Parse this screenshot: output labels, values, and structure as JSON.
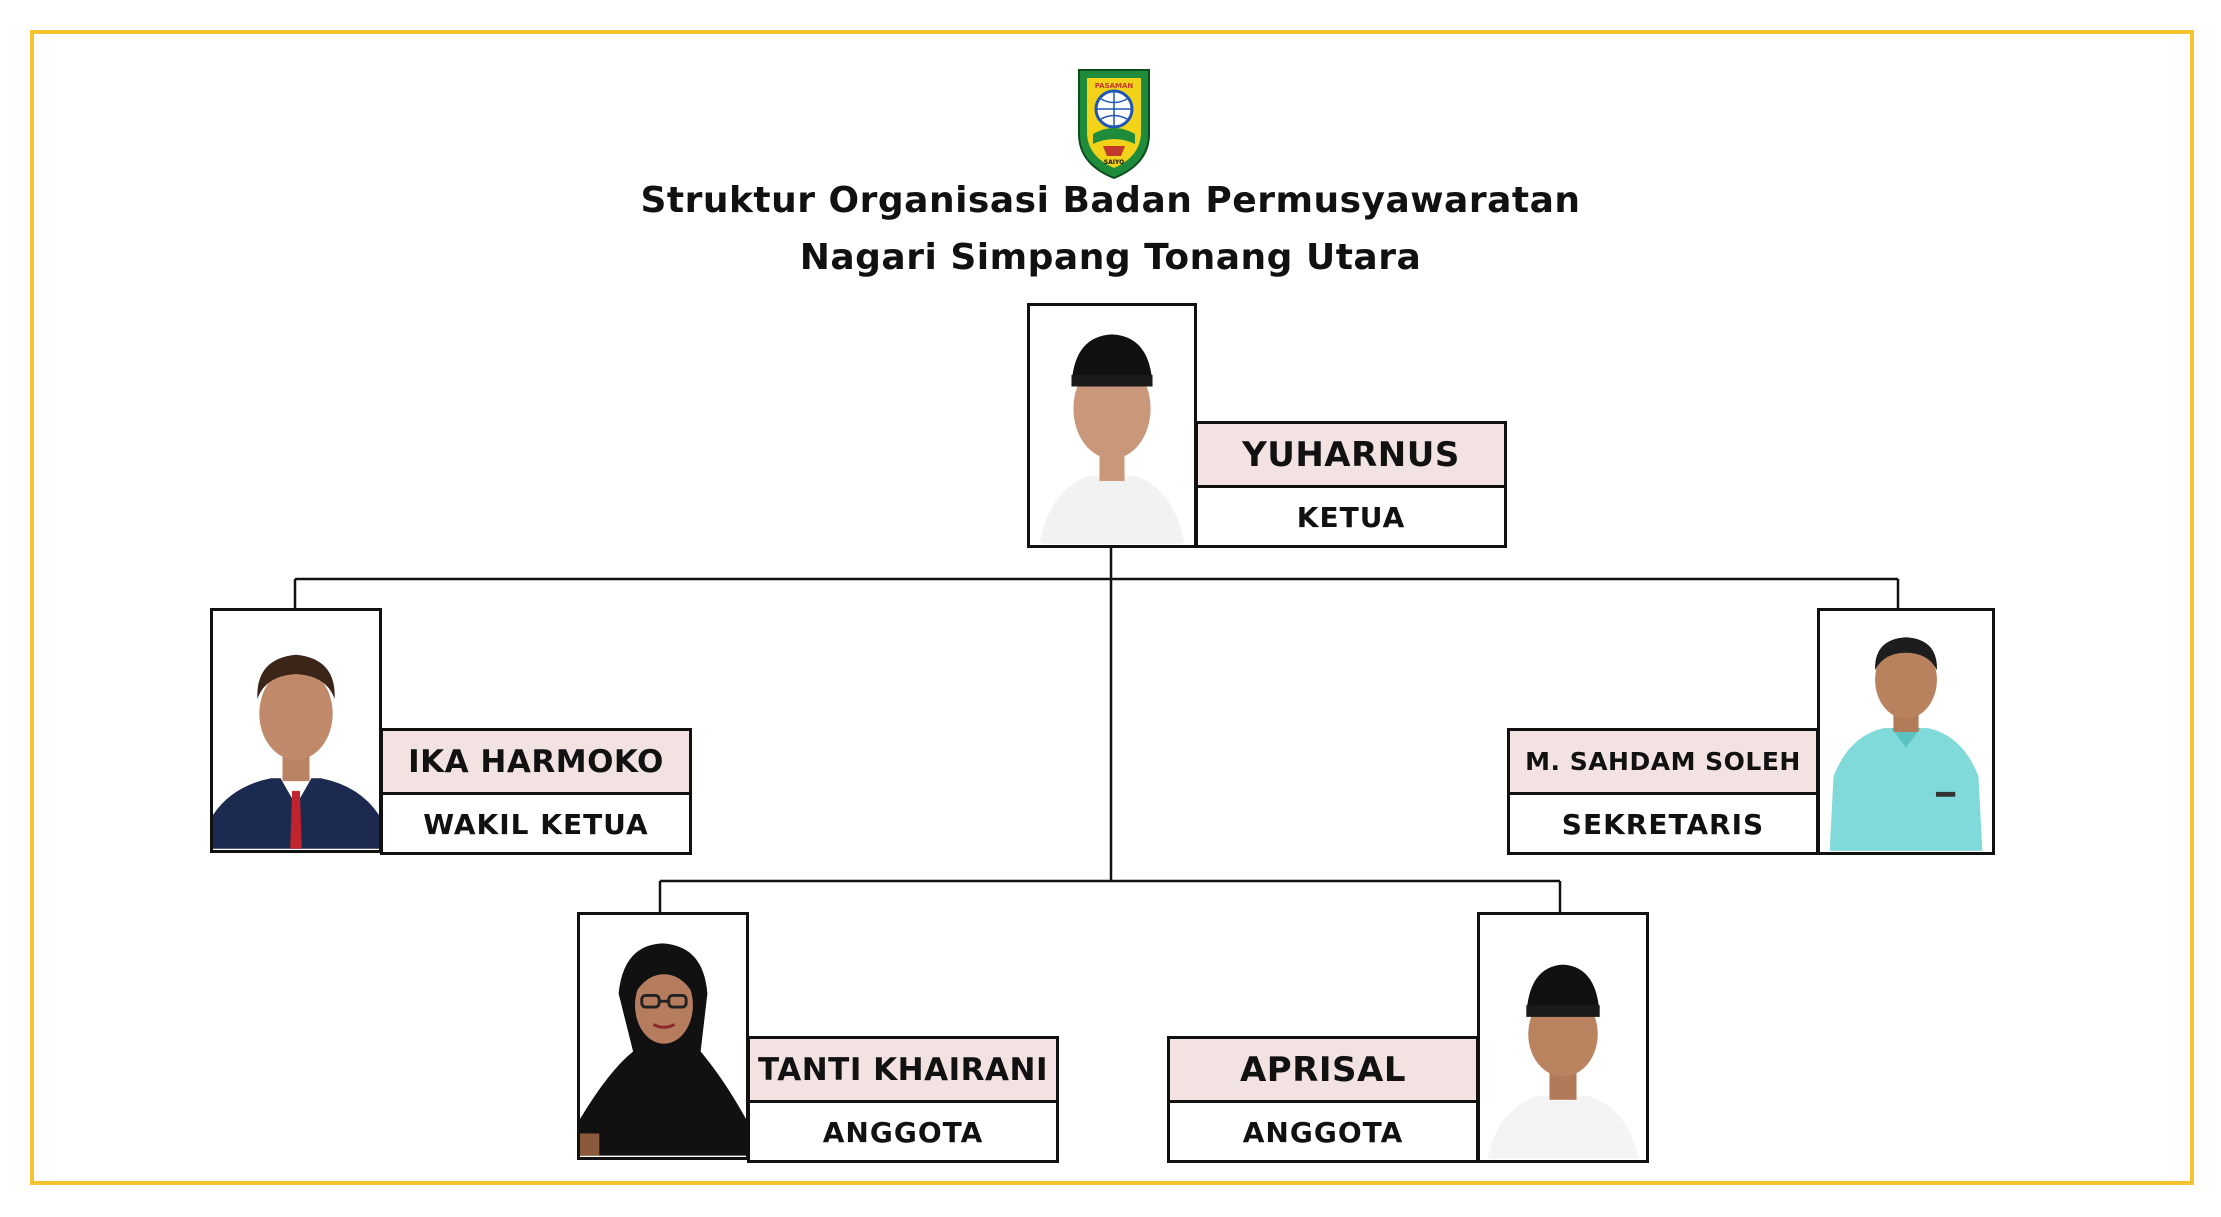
{
  "title": {
    "line1": "Struktur Organisasi Badan Permusyawaratan",
    "line2": "Nagari  Simpang Tonang Utara"
  },
  "logo": {
    "icon": "pasaman-regency-emblem-icon",
    "text_top": "PASAMAN",
    "text_bottom": "SAIYO"
  },
  "colors": {
    "frame": "#F4C430",
    "name_fill": "#F2E2E2",
    "line": "#111111"
  },
  "members": {
    "ketua": {
      "name": "YUHARNUS",
      "role": "KETUA"
    },
    "wakil": {
      "name": "IKA HARMOKO",
      "role": "WAKIL KETUA"
    },
    "sekretaris": {
      "name": "M. SAHDAM SOLEH",
      "role": "SEKRETARIS"
    },
    "anggota1": {
      "name": "TANTI KHAIRANI",
      "role": "ANGGOTA"
    },
    "anggota2": {
      "name": "APRISAL",
      "role": "ANGGOTA"
    }
  }
}
